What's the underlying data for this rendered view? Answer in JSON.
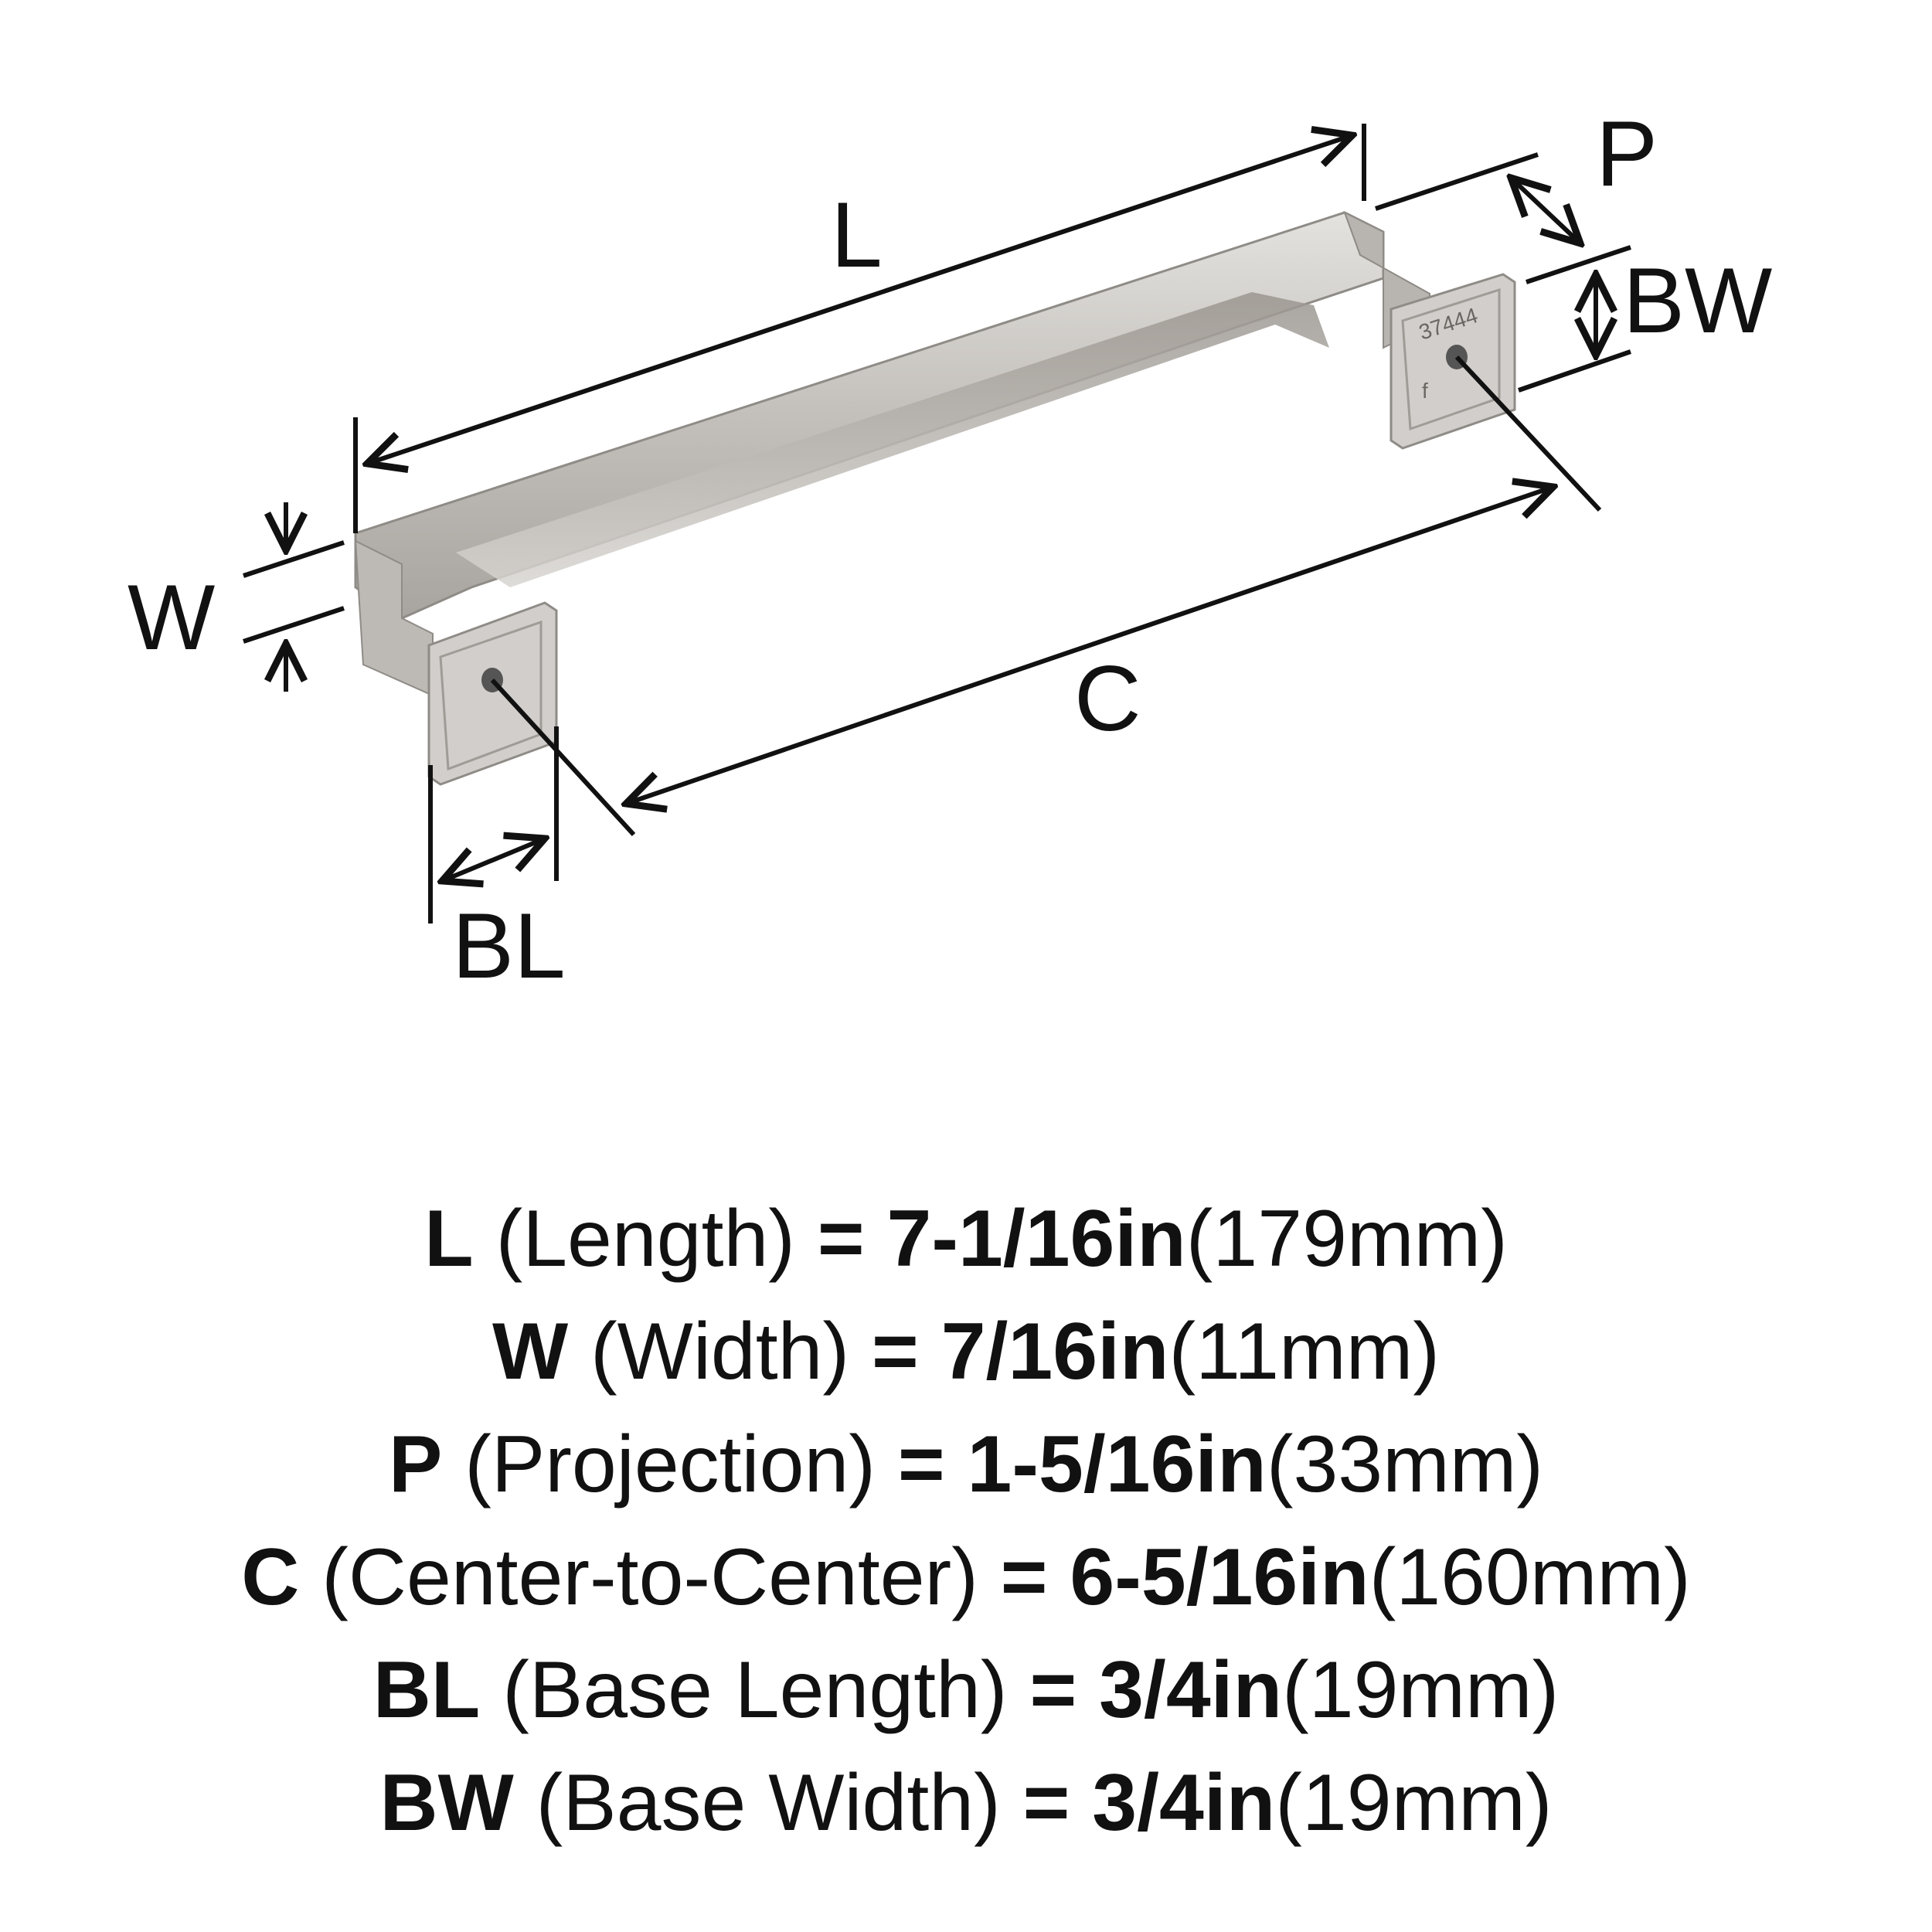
{
  "diagram": {
    "part_stamp": "37444",
    "stamp_mark": "f",
    "colors": {
      "finish": "#c9c6c2",
      "finish_dark": "#8f8b86",
      "line": "#111111"
    },
    "labels": {
      "L": "L",
      "W": "W",
      "P": "P",
      "BW": "BW",
      "C": "C",
      "BL": "BL"
    }
  },
  "specs": [
    {
      "key": "L",
      "name": "(Length)",
      "eq": "=",
      "inch": "7-1/16in",
      "mm": "(179mm)"
    },
    {
      "key": "W",
      "name": "(Width)",
      "eq": "=",
      "inch": "7/16in",
      "mm": "(11mm)"
    },
    {
      "key": "P",
      "name": "(Projection)",
      "eq": "=",
      "inch": "1-5/16in",
      "mm": "(33mm)"
    },
    {
      "key": "C",
      "name": "(Center-to-Center)",
      "eq": "=",
      "inch": "6-5/16in",
      "mm": "(160mm)"
    },
    {
      "key": "BL",
      "name": "(Base Length)",
      "eq": "=",
      "inch": "3/4in",
      "mm": "(19mm)"
    },
    {
      "key": "BW",
      "name": "(Base Width)",
      "eq": "=",
      "inch": "3/4in",
      "mm": "(19mm)"
    }
  ]
}
